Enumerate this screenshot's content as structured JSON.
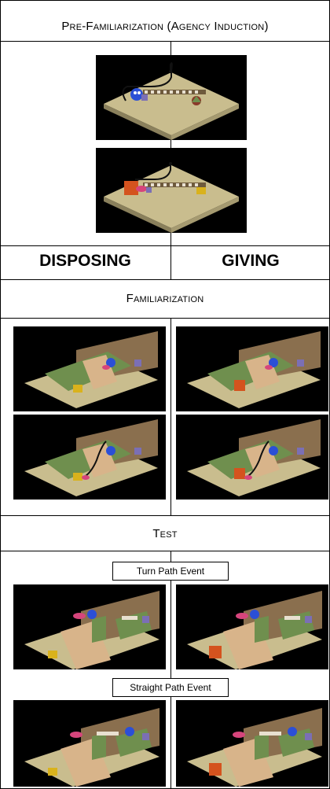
{
  "header": {
    "pre_familiarization": "Pre-Familiarization (Agency Induction)"
  },
  "conditions": {
    "left": "DISPOSING",
    "right": "GIVING"
  },
  "phases": {
    "familiarization": "Familiarization",
    "test": "Test"
  },
  "events": {
    "turn": "Turn Path Event",
    "straight": "Straight Path Event"
  },
  "scene_colors": {
    "background": "#000000",
    "floor": "#c9bd8e",
    "wall_green": "#6f8f4e",
    "ramp": "#d8b48a",
    "agent_blue": "#2b4fd6",
    "cookie_pink": "#d6457c",
    "trash_yellow": "#d9b21c",
    "receiver_orange": "#d4531e",
    "gift_purple": "#7b6fb5"
  }
}
